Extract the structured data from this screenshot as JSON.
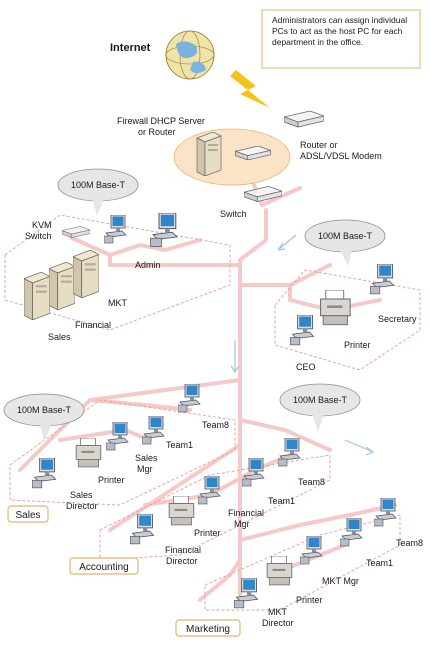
{
  "note": {
    "line1": "Administrators can assign individual",
    "line2": "PCs to act as the host PC for each",
    "line3": "department in the office."
  },
  "internet": "Internet",
  "firewall": {
    "line1": "Firewall DHCP Server",
    "line2": "or Router"
  },
  "modem": {
    "line1": "Router or",
    "line2": "ADSL/VDSL Modem"
  },
  "switch": "Switch",
  "kvm": {
    "line1": "KVM",
    "line2": "Switch"
  },
  "bubbles": {
    "admin_area": "100M Base-T",
    "right_area": "100M Base-T",
    "sales_area": "100M Base-T",
    "center_area": "100M Base-T"
  },
  "admin_group": {
    "admin": "Admin",
    "mkt": "MKT",
    "financial": "Financial",
    "sales": "Sales"
  },
  "ceo_group": {
    "secretary": "Secretary",
    "printer": "Printer",
    "ceo": "CEO"
  },
  "sales_dept": {
    "tag": "Sales",
    "team8": "Team8",
    "team1": "Team1",
    "mgr_line1": "Sales",
    "mgr_line2": "Mgr",
    "printer": "Printer",
    "dir_line1": "Sales",
    "dir_line2": "Director"
  },
  "accounting_dept": {
    "tag": "Accounting",
    "team8": "Team8",
    "team1": "Team1",
    "mgr_line1": "Financial",
    "mgr_line2": "Mgr",
    "printer": "Printer",
    "dir_line1": "Financial",
    "dir_line2": "Director"
  },
  "marketing_dept": {
    "tag": "Marketing",
    "team8": "Team8",
    "team1": "Team1",
    "mgr": "MKT Mgr",
    "printer": "Printer",
    "dir_line1": "MKT",
    "dir_line2": "Director"
  },
  "colors": {
    "cable": "#f6c9c9",
    "dashed": "#e89a9a",
    "hub": "#fbe3c8",
    "tag_border": "#e7b56a",
    "arrow": "#9cc4e4",
    "bolt": "#f3c318"
  }
}
